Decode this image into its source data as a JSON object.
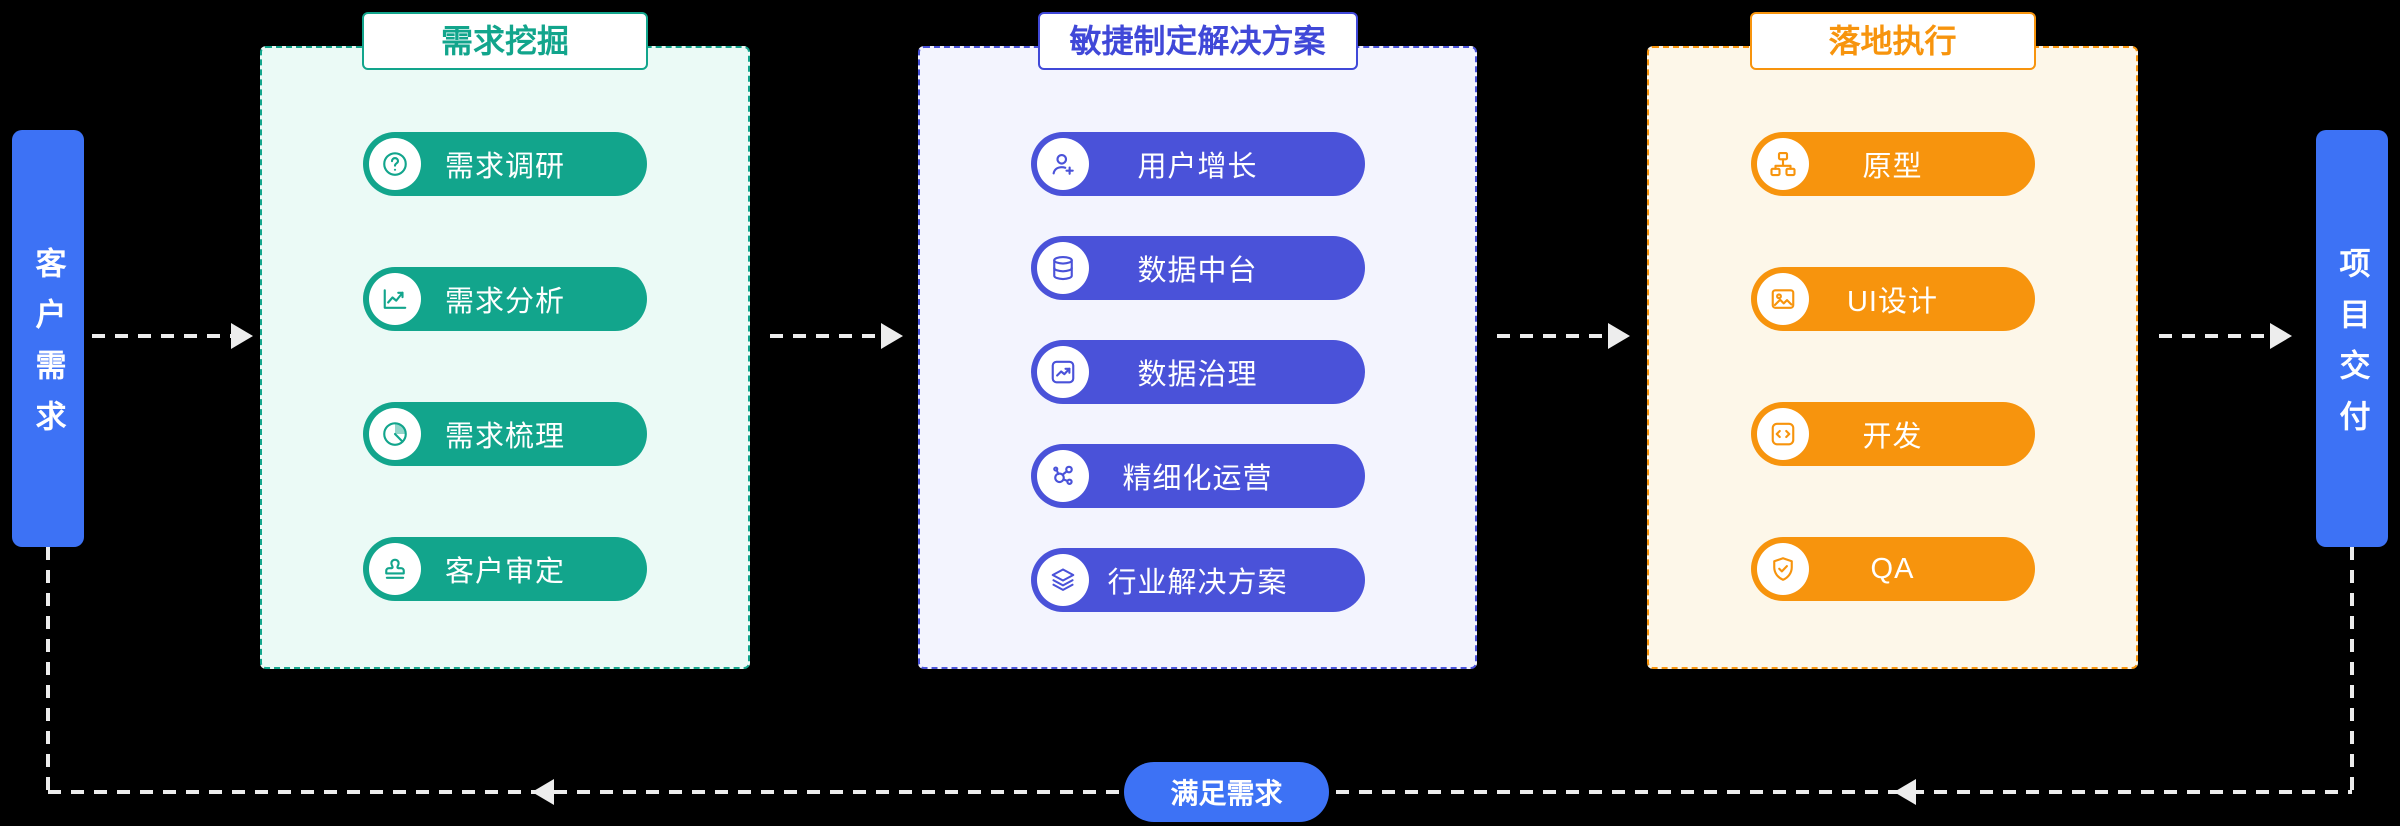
{
  "left_node": {
    "label": "客户需求",
    "color": "#3D72F5"
  },
  "right_node": {
    "label": "项目交付",
    "color": "#3D72F5"
  },
  "feedback": {
    "label": "满足需求",
    "color": "#3D72F5"
  },
  "panels": [
    {
      "title": "需求挖掘",
      "theme": {
        "accent": "#12A58C",
        "background": "#EBFAF6"
      },
      "items": [
        {
          "label": "需求调研",
          "icon": "question"
        },
        {
          "label": "需求分析",
          "icon": "chart-line"
        },
        {
          "label": "需求梳理",
          "icon": "pie-chart"
        },
        {
          "label": "客户审定",
          "icon": "stamp"
        }
      ]
    },
    {
      "title": "敏捷制定解决方案",
      "theme": {
        "accent": "#4A52D9",
        "background": "#F3F4FE"
      },
      "items": [
        {
          "label": "用户增长",
          "icon": "user-plus"
        },
        {
          "label": "数据中台",
          "icon": "database"
        },
        {
          "label": "数据治理",
          "icon": "chart-board"
        },
        {
          "label": "精细化运营",
          "icon": "network"
        },
        {
          "label": "行业解决方案",
          "icon": "layers"
        }
      ]
    },
    {
      "title": "落地执行",
      "theme": {
        "accent": "#F7940D",
        "background": "#FDF7E9"
      },
      "items": [
        {
          "label": "原型",
          "icon": "sitemap"
        },
        {
          "label": "UI设计",
          "icon": "image"
        },
        {
          "label": "开发",
          "icon": "code"
        },
        {
          "label": "QA",
          "icon": "shield-check"
        }
      ]
    }
  ]
}
